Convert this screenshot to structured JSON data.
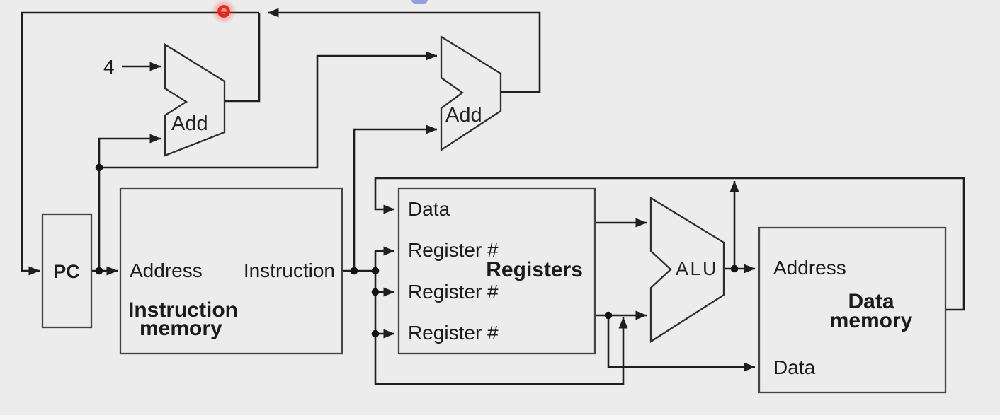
{
  "figure": {
    "description": "Abstract view of a MIPS single-cycle datapath: PC, instruction memory, registers, ALU, data memory and two adders",
    "components": {
      "pc": {
        "label": "PC"
      },
      "adder_pc_plus4": {
        "label": "Add"
      },
      "adder_branch": {
        "label": "Add"
      },
      "constant": {
        "label": "4"
      },
      "instruction_memory": {
        "title_line1": "Instruction",
        "title_line2": "memory",
        "ports": {
          "address": "Address",
          "instruction": "Instruction"
        }
      },
      "registers": {
        "title": "Registers",
        "ports": {
          "data": "Data",
          "register_a": "Register #",
          "register_b": "Register #",
          "register_c": "Register #"
        }
      },
      "alu": {
        "label": "ALU"
      },
      "data_memory": {
        "title_line1": "Data",
        "title_line2": "memory",
        "ports": {
          "address": "Address",
          "data": "Data"
        }
      }
    },
    "annotations": {
      "laser_pointer": {
        "color": "#e8281e"
      }
    },
    "colors": {
      "background": "#ececec",
      "wire": "#1f1f1f",
      "box_border": "#454545",
      "text": "#1b1b1b"
    }
  }
}
